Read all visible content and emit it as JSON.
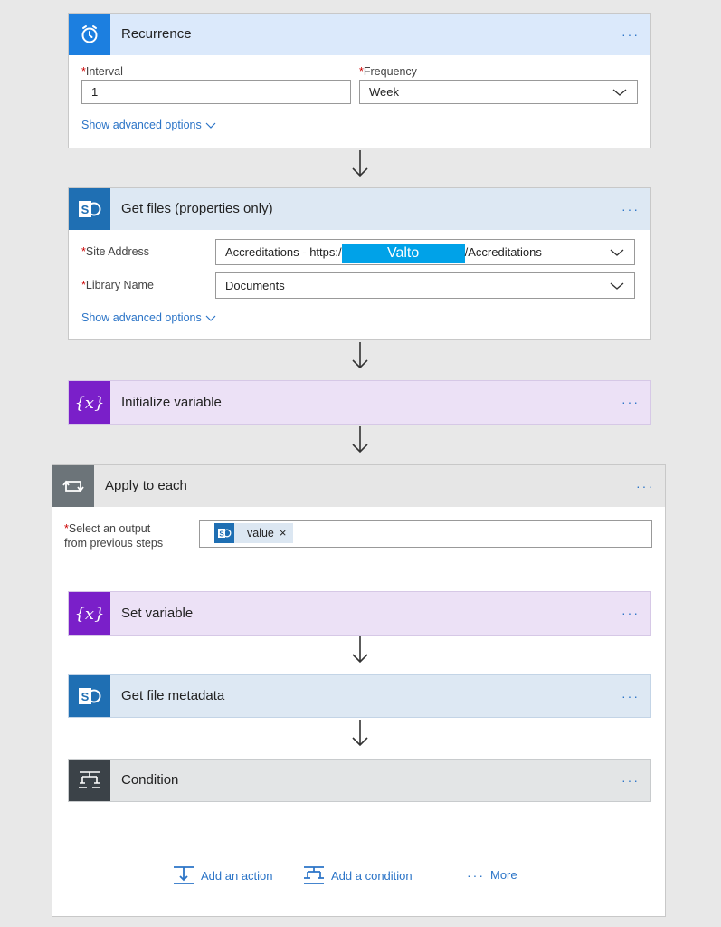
{
  "recurrence": {
    "title": "Recurrence",
    "menu": "···",
    "interval_label": "Interval",
    "interval_value": "1",
    "frequency_label": "Frequency",
    "frequency_value": "Week",
    "advanced": "Show advanced options",
    "header_color": "#dbe9fb",
    "icon_color": "#1c7fe0"
  },
  "get_files": {
    "title": "Get files (properties only)",
    "menu": "···",
    "site_label": "Site Address",
    "site_prefix": "Accreditations - https:/",
    "site_masked": "Valto",
    "site_suffix": "/Accreditations",
    "library_label": "Library Name",
    "library_value": "Documents",
    "advanced": "Show advanced options",
    "header_color": "#dde8f3",
    "icon_color": "#1f6fb3"
  },
  "init_var": {
    "title": "Initialize variable",
    "menu": "···",
    "header_color": "#ece1f6",
    "icon_color": "#7a1fc9"
  },
  "apply_each": {
    "title": "Apply to each",
    "menu": "···",
    "select_label_1": "Select an output",
    "select_label_2": "from previous steps",
    "token_label": "value",
    "token_remove": "×",
    "header_color": "#e6e6e6",
    "icon_color": "#6c7479"
  },
  "set_var": {
    "title": "Set variable",
    "menu": "···"
  },
  "get_meta": {
    "title": "Get file metadata",
    "menu": "···"
  },
  "condition": {
    "title": "Condition",
    "menu": "···",
    "header_color": "#e3e5e6",
    "icon_color": "#3b4248"
  },
  "footer": {
    "add_action": "Add an action",
    "add_condition": "Add a condition",
    "more": "More",
    "more_dots": "···"
  }
}
